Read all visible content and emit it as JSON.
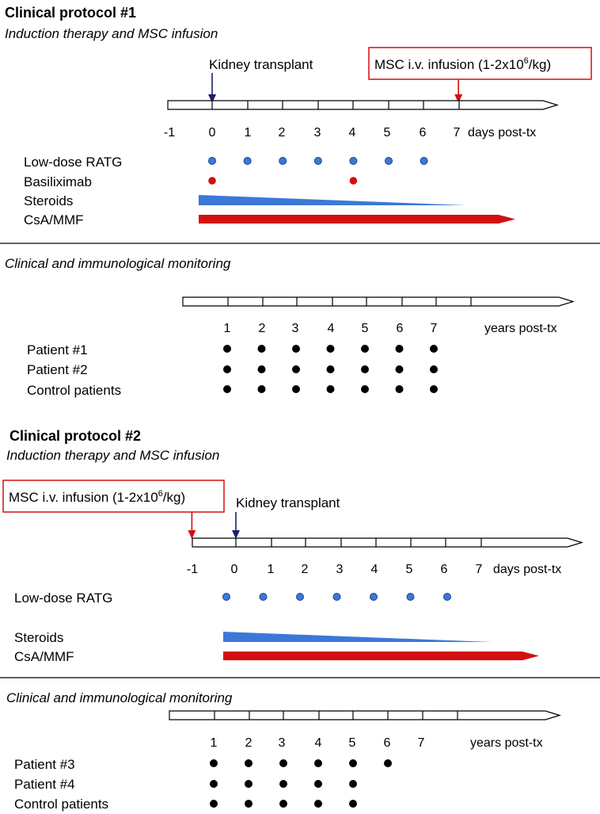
{
  "protocol1": {
    "title": "Clinical protocol #1",
    "subtitle": "Induction therapy and MSC infusion",
    "kidney_label": "Kidney transplant",
    "msc_label_main": "MSC i.v. infusion (1-2x10",
    "msc_label_sup": "6",
    "msc_label_end": "/kg)",
    "day_ticks": [
      "-1",
      "0",
      "1",
      "2",
      "3",
      "4",
      "5",
      "6",
      "7"
    ],
    "days_unit": "days post-tx",
    "kidney_day": 0,
    "msc_day": 7,
    "rows": {
      "ratg": {
        "label": "Low-dose RATG",
        "days": [
          0,
          1,
          2,
          3,
          4,
          5,
          6
        ]
      },
      "basiliximab": {
        "label": "Basiliximab",
        "days": [
          0,
          4
        ]
      },
      "steroids": {
        "label": "Steroids"
      },
      "csa": {
        "label": "CsA/MMF"
      }
    },
    "monitoring": {
      "title": "Clinical and immunological monitoring",
      "year_ticks": [
        "1",
        "2",
        "3",
        "4",
        "5",
        "6",
        "7"
      ],
      "years_unit": "years post-tx",
      "patients": [
        {
          "label": "Patient #1",
          "years": [
            1,
            2,
            3,
            4,
            5,
            6,
            7
          ]
        },
        {
          "label": "Patient #2",
          "years": [
            1,
            2,
            3,
            4,
            5,
            6,
            7
          ]
        },
        {
          "label": "Control patients",
          "years": [
            1,
            2,
            3,
            4,
            5,
            6,
            7
          ]
        }
      ]
    }
  },
  "protocol2": {
    "title": "Clinical protocol #2",
    "subtitle": "Induction therapy and MSC infusion",
    "kidney_label": "Kidney transplant",
    "msc_label_main": "MSC  i.v. infusion (1-2x10",
    "msc_label_sup": "6",
    "msc_label_end": "/kg)",
    "day_ticks": [
      "-1",
      "0",
      "1",
      "2",
      "3",
      "4",
      "5",
      "6",
      "7"
    ],
    "days_unit": "days post-tx",
    "kidney_day": 0,
    "msc_day": -1,
    "rows": {
      "ratg": {
        "label": "Low-dose RATG",
        "days": [
          0,
          1,
          2,
          3,
          4,
          5,
          6
        ]
      },
      "steroids": {
        "label": "Steroids"
      },
      "csa": {
        "label": "CsA/MMF"
      }
    },
    "monitoring": {
      "title": "Clinical and immunological monitoring",
      "year_ticks": [
        "1",
        "2",
        "3",
        "4",
        "5",
        "6",
        "7"
      ],
      "years_unit": "years post-tx",
      "patients": [
        {
          "label": "Patient #3",
          "years": [
            1,
            2,
            3,
            4,
            5,
            6
          ]
        },
        {
          "label": "Patient #4",
          "years": [
            1,
            2,
            3,
            4,
            5
          ]
        },
        {
          "label": "Control patients",
          "years": [
            1,
            2,
            3,
            4,
            5
          ]
        }
      ]
    }
  },
  "colors": {
    "navy": "#1a1f6e",
    "red": "#d40f0f",
    "blue_fill": "#3c78d8",
    "blue_stroke": "#1f3f8f",
    "dot": "#000000"
  }
}
